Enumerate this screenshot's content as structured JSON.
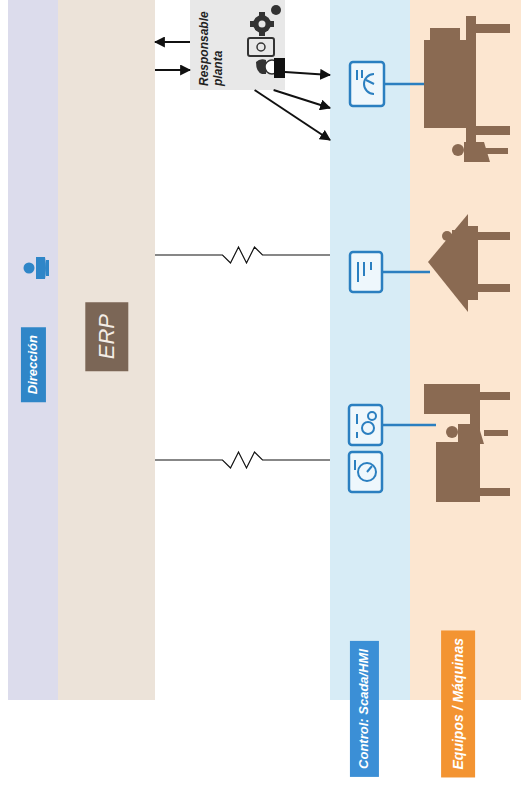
{
  "diagram": {
    "nodes": [
      {
        "text": [
          "Dirección"
        ]
      },
      {
        "text": [
          "ERP"
        ]
      },
      {
        "text": [
          "Responsable planta"
        ]
      },
      {
        "text": [
          "Control: Scada/HMI"
        ]
      },
      {
        "text": [
          "Equipos / Máquinas"
        ]
      }
    ],
    "edges": [
      {
        "from": 2,
        "to": 1,
        "arrow": "to"
      },
      {
        "from": 1,
        "to": 2,
        "arrow": "to"
      },
      {
        "from": 2,
        "to": 3,
        "arrow": "to"
      },
      {
        "from": 2,
        "to": 3,
        "arrow": "to"
      },
      {
        "from": 2,
        "to": 3,
        "arrow": "to"
      },
      {
        "from": 1,
        "to": 3,
        "arrow": "none"
      },
      {
        "from": 1,
        "to": 3,
        "arrow": "none"
      }
    ]
  }
}
